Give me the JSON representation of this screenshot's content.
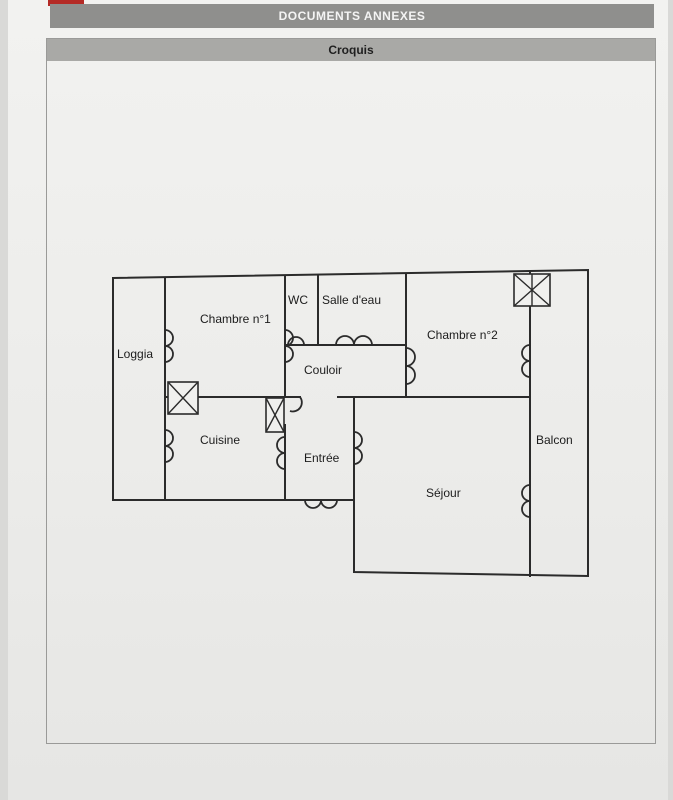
{
  "document": {
    "section_title": "DOCUMENTS ANNEXES",
    "panel_title": "Croquis"
  },
  "rooms": {
    "loggia": "Loggia",
    "chambre1": "Chambre n°1",
    "wc": "WC",
    "salle_eau": "Salle d'eau",
    "chambre2": "Chambre n°2",
    "couloir": "Couloir",
    "cuisine": "Cuisine",
    "entree": "Entrée",
    "sejour": "Séjour",
    "balcon": "Balcon"
  },
  "colors": {
    "ink": "#2b2b2b",
    "banner": "#8f8f8d",
    "header": "#a9a9a6",
    "accent": "#b42a25"
  }
}
